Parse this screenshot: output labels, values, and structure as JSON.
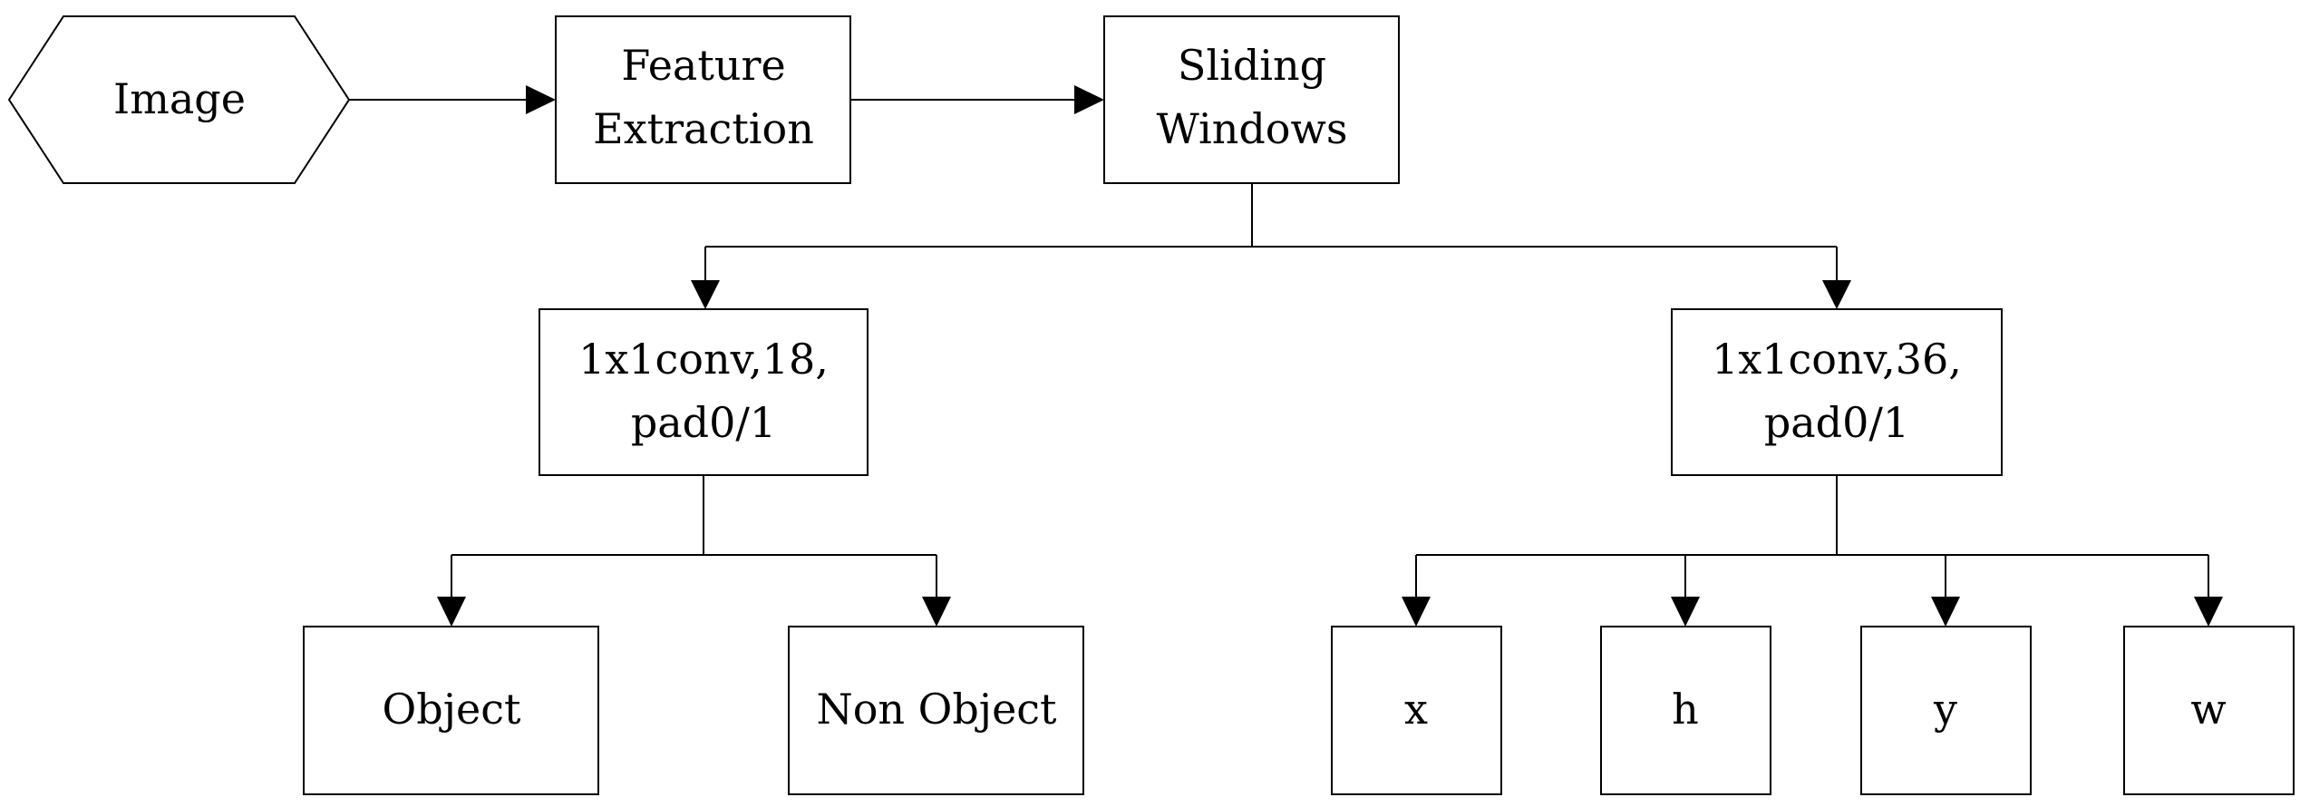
{
  "nodes": {
    "image": {
      "lines": [
        "Image"
      ]
    },
    "feature_extraction": {
      "lines": [
        "Feature",
        "Extraction"
      ]
    },
    "sliding_windows": {
      "lines": [
        "Sliding",
        "Windows"
      ]
    },
    "conv_left": {
      "lines": [
        "1x1conv,18,",
        "pad0/1"
      ]
    },
    "conv_right": {
      "lines": [
        "1x1conv,36,",
        "pad0/1"
      ]
    },
    "object": {
      "lines": [
        "Object"
      ]
    },
    "non_object": {
      "lines": [
        "Non Object"
      ]
    },
    "x": {
      "lines": [
        "x"
      ]
    },
    "h": {
      "lines": [
        "h"
      ]
    },
    "y": {
      "lines": [
        "y"
      ]
    },
    "w": {
      "lines": [
        "w"
      ]
    }
  },
  "colors": {
    "stroke": "#000000",
    "fill": "#ffffff"
  }
}
